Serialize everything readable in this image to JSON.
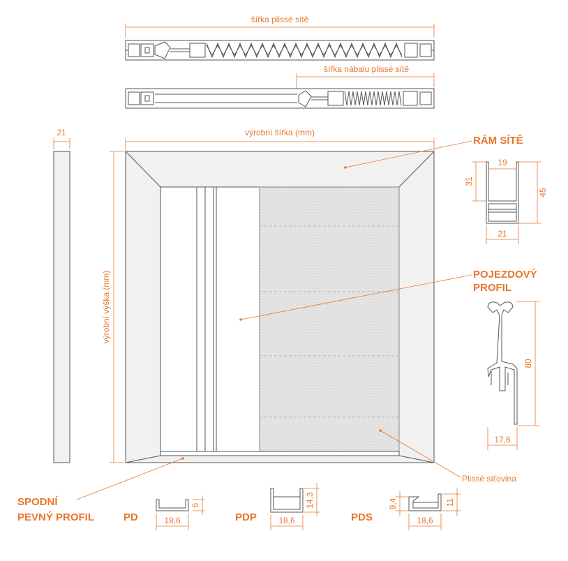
{
  "colors": {
    "accent": "#e8762d",
    "outline": "#555555",
    "frame_fill": "#f1f1f1",
    "mesh": "#d8d8d8"
  },
  "top_views": {
    "width_label": "šířka plissé sítě",
    "pleat_width_label": "šířka nábalu plissé sítě"
  },
  "side": {
    "thickness": "21"
  },
  "front": {
    "width_label": "výrobní šířka (mm)",
    "height_label": "výrobní výška (mm)"
  },
  "callouts": {
    "frame": "RÁM SÍTĚ",
    "sliding_profile_line1": "POJEZDOVÝ",
    "sliding_profile_line2": "PROFIL",
    "mesh": "Plissé síťovina",
    "bottom_line1": "SPODNÍ",
    "bottom_line2": "PEVNÝ PROFIL"
  },
  "frame_profile": {
    "inner": "19",
    "height_left": "31",
    "height_right": "45",
    "bottom": "21"
  },
  "sliding_profile": {
    "height": "80",
    "width": "17,6"
  },
  "bottom_profiles": [
    {
      "name": "PD",
      "width": "18,6",
      "height": "6"
    },
    {
      "name": "PDP",
      "width": "18,6",
      "height": "14,3"
    },
    {
      "name": "PDS",
      "width": "18,6",
      "height_left": "9,4",
      "height_right": "11"
    }
  ]
}
